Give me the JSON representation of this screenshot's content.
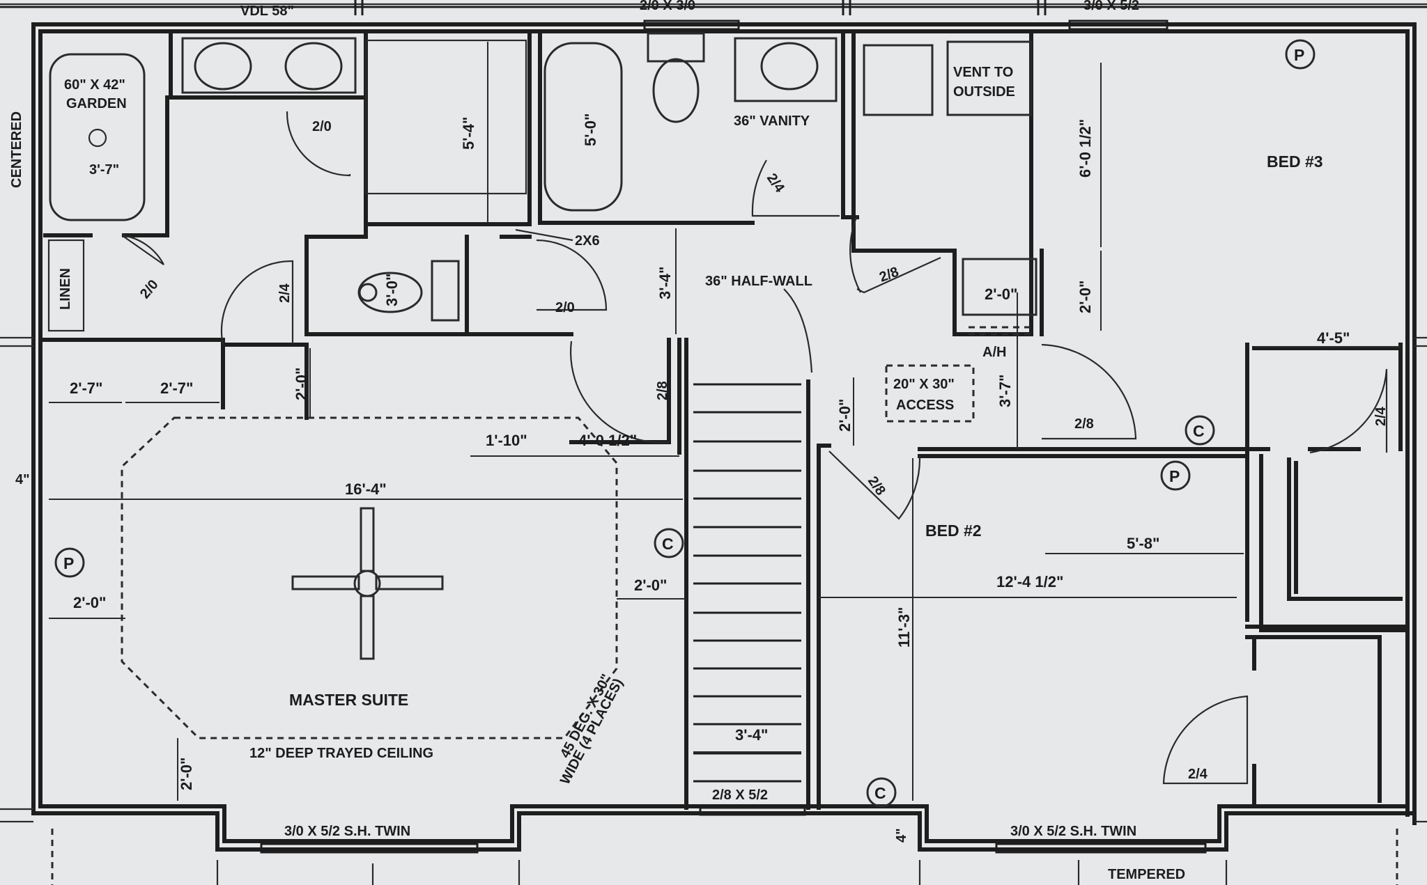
{
  "title_marks": {
    "top_left": "VDL 58\"",
    "top_mid": "2/0 X 3/0",
    "top_right": "3/0 X 5/2",
    "left_edge_1": "CENTERED",
    "left_edge_2": "4\"",
    "bottom_right": "TEMPERED",
    "bottom_mid": "4\""
  },
  "rooms": {
    "master": "MASTER SUITE",
    "bed2": "BED #2",
    "bed3": "BED #3",
    "linen": "LINEN"
  },
  "notes": {
    "tub_size": "60\" X 42\"",
    "tub_type": "GARDEN",
    "tub_dim": "3'-7\"",
    "vanity": "36\" VANITY",
    "vent_1": "VENT TO",
    "vent_2": "OUTSIDE",
    "half_wall": "36\" HALF-WALL",
    "access_1": "20\" X 30\"",
    "access_2": "ACCESS",
    "tray": "12\" DEEP TRAYED CEILING",
    "deg_1": "45 DEG. X 30\"",
    "deg_2": "WIDE (4 PLACES)",
    "ah": "A/H",
    "stud": "2X6"
  },
  "windows": {
    "master_twin": "3/0 X 5/2 S.H. TWIN",
    "stair": "2/8 X 5/2",
    "bed2_twin": "3/0 X 5/2 S.H. TWIN"
  },
  "dimensions": {
    "d_16_4": "16'-4\"",
    "d_12_4_half": "12'-4 1/2\"",
    "d_5_8": "5'-8\"",
    "d_4_5": "4'-5\"",
    "d_11_3": "11'-3\"",
    "d_3_4": "3'-4\"",
    "d_1_10": "1'-10\"",
    "d_4_0_half": "4'-0 1/2\"",
    "d_2_7a": "2'-7\"",
    "d_2_7b": "2'-7\"",
    "d_2_0_wc": "2'-0\"",
    "d_2_0_master_l": "2'-0\"",
    "d_2_0_master_r": "2'-0\"",
    "d_2_0_master_b": "2'-0\"",
    "d_2_0_hall": "2'-0\"",
    "d_2_0_ah": "2'-0\"",
    "d_2_0_bed3": "2'-0\"",
    "d_5_4": "5'-4\"",
    "d_5_0": "5'-0\"",
    "d_3_4_hall": "3'-4\"",
    "d_6_0": "6'-0 1/2\"",
    "d_3_0": "3'-0\"",
    "d_3_7": "3'-7\""
  },
  "doors": {
    "d1": "2/0",
    "d2": "2/0",
    "d3": "2/4",
    "d4": "2/0",
    "d5": "2/8",
    "d6": "2/4",
    "d7": "2/8",
    "d8": "2/8",
    "d9": "2/8",
    "d10": "2/4",
    "d11": "2/4"
  },
  "symbols": {
    "phone": "P",
    "cable": "C"
  }
}
